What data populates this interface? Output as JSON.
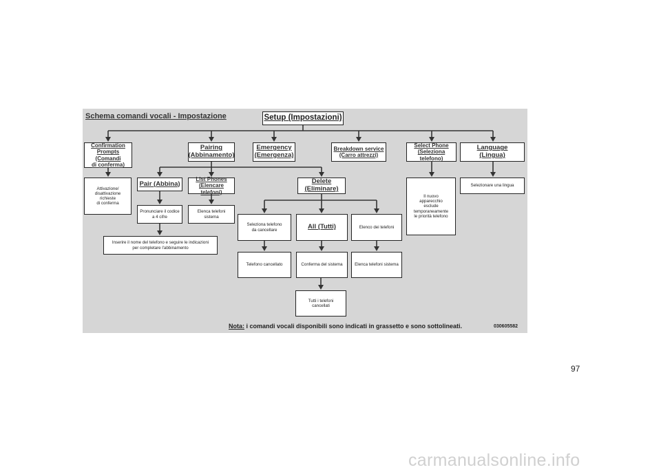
{
  "diagram": {
    "title": "Schema comandi vocali - Impostazione",
    "root": "Setup (Impostazioni)",
    "commands": {
      "confirmation": [
        "Confirmation",
        "Prompts",
        "(Comandi",
        "di conferma)"
      ],
      "pairing": [
        "Pairing",
        "(Abbinamento)"
      ],
      "emergency": [
        "Emergency",
        "(Emergenza)"
      ],
      "breakdown": [
        "Breakdown service",
        "(Carro attrezzi)"
      ],
      "select_phone": [
        "Select Phone",
        "(Seleziona telefono)"
      ],
      "language": [
        "Language",
        "(Lingua)"
      ],
      "pair": "Pair (Abbina)",
      "list_phones": [
        "List Phones",
        "(Elencare telefoni)"
      ],
      "delete": [
        "Delete",
        "(Eliminare)"
      ],
      "all": "All (Tutti)"
    },
    "notes": {
      "confirmation": [
        "Attivazione/",
        "disattivazione",
        "richieste",
        "di conferma"
      ],
      "pin": [
        "Pronunciare il codice",
        "a 4 cifre"
      ],
      "list_phones": [
        "Elenca telefoni",
        "sistema"
      ],
      "select_phone": [
        "Il nuovo",
        "apparecchio",
        "esclude",
        "temporaneamente",
        "le priorità telefono"
      ],
      "language": "Selezionare una lingua",
      "enter_name": [
        "Inserire il nome del telefono e seguire le indicazioni",
        "per completare l'abbinamento"
      ],
      "select_to_delete": [
        "Seleziona telefono",
        "da cancellare"
      ],
      "phone_list": "Elenco dei telefoni",
      "phone_deleted": "Telefono cancellato",
      "system_confirm": "Conferma del sistema",
      "system_list": "Elenca telefoni sistema",
      "all_deleted": [
        "Tutti i telefoni",
        "cancellati"
      ]
    },
    "footnote_label": "Nota:",
    "footnote_text": " i comandi vocali disponibili sono indicati in grassetto e sono sottolineati.",
    "figure_code": "030605582"
  },
  "page": {
    "number": "97",
    "watermark": "carmanualsonline.info"
  },
  "colors": {
    "panel": "#d6d6d6",
    "box": "#ffffff",
    "line": "#333333"
  }
}
